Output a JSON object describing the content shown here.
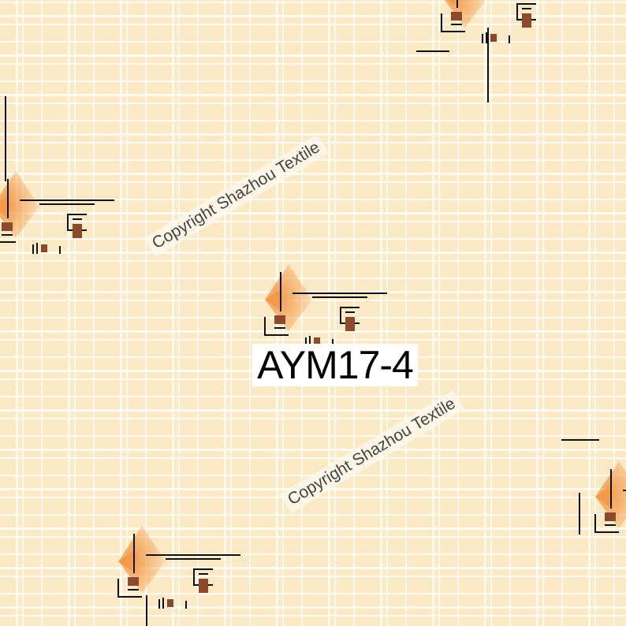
{
  "pattern_code": "AYM17-4",
  "watermarks": [
    "Copyright Shazhou Textile",
    "Copyright Shazhou Textile"
  ],
  "colors": {
    "background": "#fbe8c5",
    "grid": "#fffaf0",
    "orange": "#f29a4a",
    "brown": "#8b4a2b",
    "line": "#111111"
  }
}
